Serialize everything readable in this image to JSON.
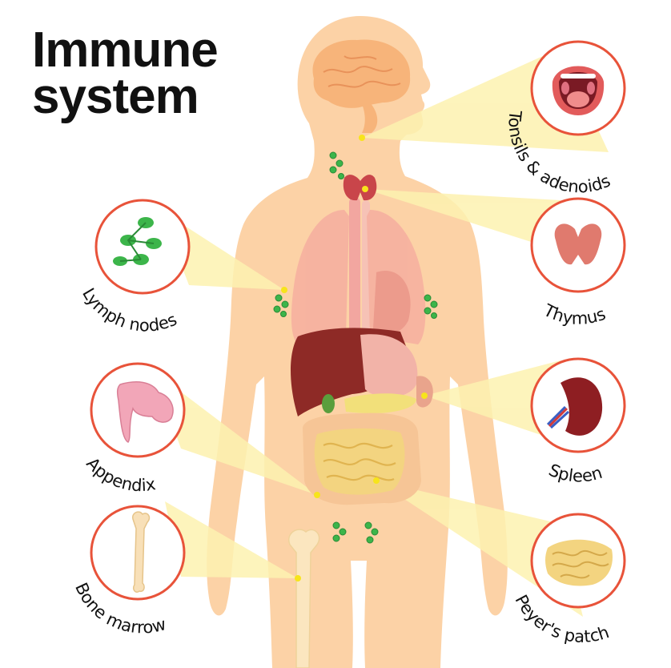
{
  "title": {
    "line1": "Immune",
    "line2": "system"
  },
  "labels": {
    "tonsils": "Tonsils & adenoids",
    "thymus": "Thymus",
    "lymph": "Lymph nodes",
    "spleen": "Spleen",
    "appendix": "Appendix",
    "bone": "Bone marrow",
    "peyer": "Peyer's patch"
  },
  "colors": {
    "body_skin": "#fcd2a6",
    "circle_ring": "#e8533a",
    "callout_beam": "#fdf2b0",
    "marker_dot": "#f7e41c",
    "lymph_green": "#3cb54a"
  }
}
